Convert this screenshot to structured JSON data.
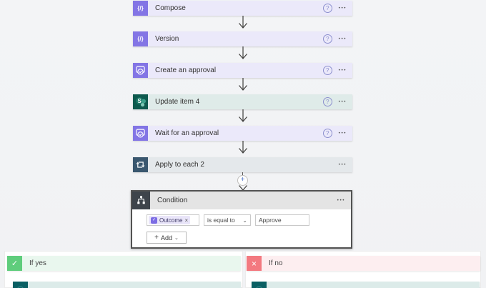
{
  "actions": [
    {
      "label": "Compose"
    },
    {
      "label": "Version"
    },
    {
      "label": "Create an approval"
    },
    {
      "label": "Update item 4"
    },
    {
      "label": "Wait for an approval"
    },
    {
      "label": "Apply to each 2"
    }
  ],
  "condition": {
    "title": "Condition",
    "token_label": "Outcome",
    "operator": "is equal to",
    "value": "Approve",
    "add_label": "Add"
  },
  "branches": {
    "yes": {
      "label": "If yes"
    },
    "no": {
      "label": "If no"
    }
  },
  "icons": {
    "menu": "•••",
    "help": "?",
    "chevron_down": "⌄",
    "plus": "+",
    "close": "×",
    "check": "✓",
    "cross": "×",
    "braces": "{/}"
  },
  "colors": {
    "purple_icon": "#8375e5",
    "lavender_card": "#ebe9fa",
    "sharepoint_icon": "#0e5a4e",
    "sharepoint_card": "#dfebe9",
    "loop_icon": "#3a576f",
    "loop_card": "#e4e8eb",
    "condition_icon": "#3e444b",
    "condition_header": "#e4e4e4",
    "yes_icon": "#5fcd7c",
    "yes_header": "#e9f7ee",
    "no_icon": "#f37980",
    "no_header": "#fdeef0",
    "inner_icon": "#0a5f63",
    "inner_card": "#dcebe9",
    "canvas": "#f2f3f5"
  }
}
